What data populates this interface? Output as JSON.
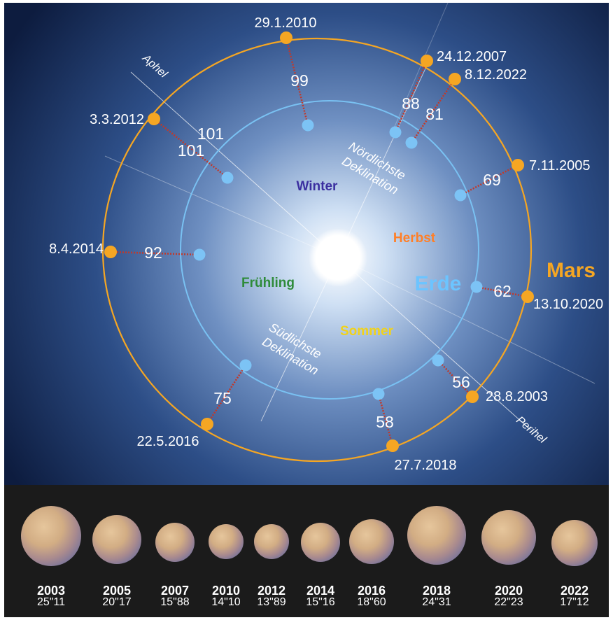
{
  "colors": {
    "mars_orbit": "#f5a623",
    "earth_orbit": "#79c1f2",
    "connector": "#c0392b",
    "winter": "#3b2fa0",
    "herbst": "#ff7f27",
    "fruehling": "#2e8b3a",
    "sommer": "#f1d21a",
    "erde": "#6cc4ff",
    "mars": "#f5a623"
  },
  "labels": {
    "aphel": "Aphel",
    "perihel": "Perihel",
    "nord_1": "Nördlichste",
    "nord_2": "Deklination",
    "sued_1": "Südlichste",
    "sued_2": "Deklination",
    "winter": "Winter",
    "herbst": "Herbst",
    "fruehling": "Frühling",
    "sommer": "Sommer",
    "erde": "Erde",
    "mars": "Mars"
  },
  "oppositions": [
    {
      "date": "29.1.2010",
      "distance": "99"
    },
    {
      "date": "24.12.2007",
      "distance": "88"
    },
    {
      "date": "8.12.2022",
      "distance": "81"
    },
    {
      "date": "7.11.2005",
      "distance": "69"
    },
    {
      "date": "13.10.2020",
      "distance": "62"
    },
    {
      "date": "28.8.2003",
      "distance": "56"
    },
    {
      "date": "27.7.2018",
      "distance": "58"
    },
    {
      "date": "22.5.2016",
      "distance": "75"
    },
    {
      "date": "8.4.2014",
      "distance": "92"
    },
    {
      "date": "3.3.2012",
      "distance": "101"
    }
  ],
  "extra_distance_label": "101",
  "mars_sizes": [
    {
      "year": "2003",
      "size": "25\"11"
    },
    {
      "year": "2005",
      "size": "20\"17"
    },
    {
      "year": "2007",
      "size": "15\"88"
    },
    {
      "year": "2010",
      "size": "14\"10"
    },
    {
      "year": "2012",
      "size": "13\"89"
    },
    {
      "year": "2014",
      "size": "15\"16"
    },
    {
      "year": "2016",
      "size": "18\"60"
    },
    {
      "year": "2018",
      "size": "24\"31"
    },
    {
      "year": "2020",
      "size": "22\"23"
    },
    {
      "year": "2022",
      "size": "17\"12"
    }
  ]
}
